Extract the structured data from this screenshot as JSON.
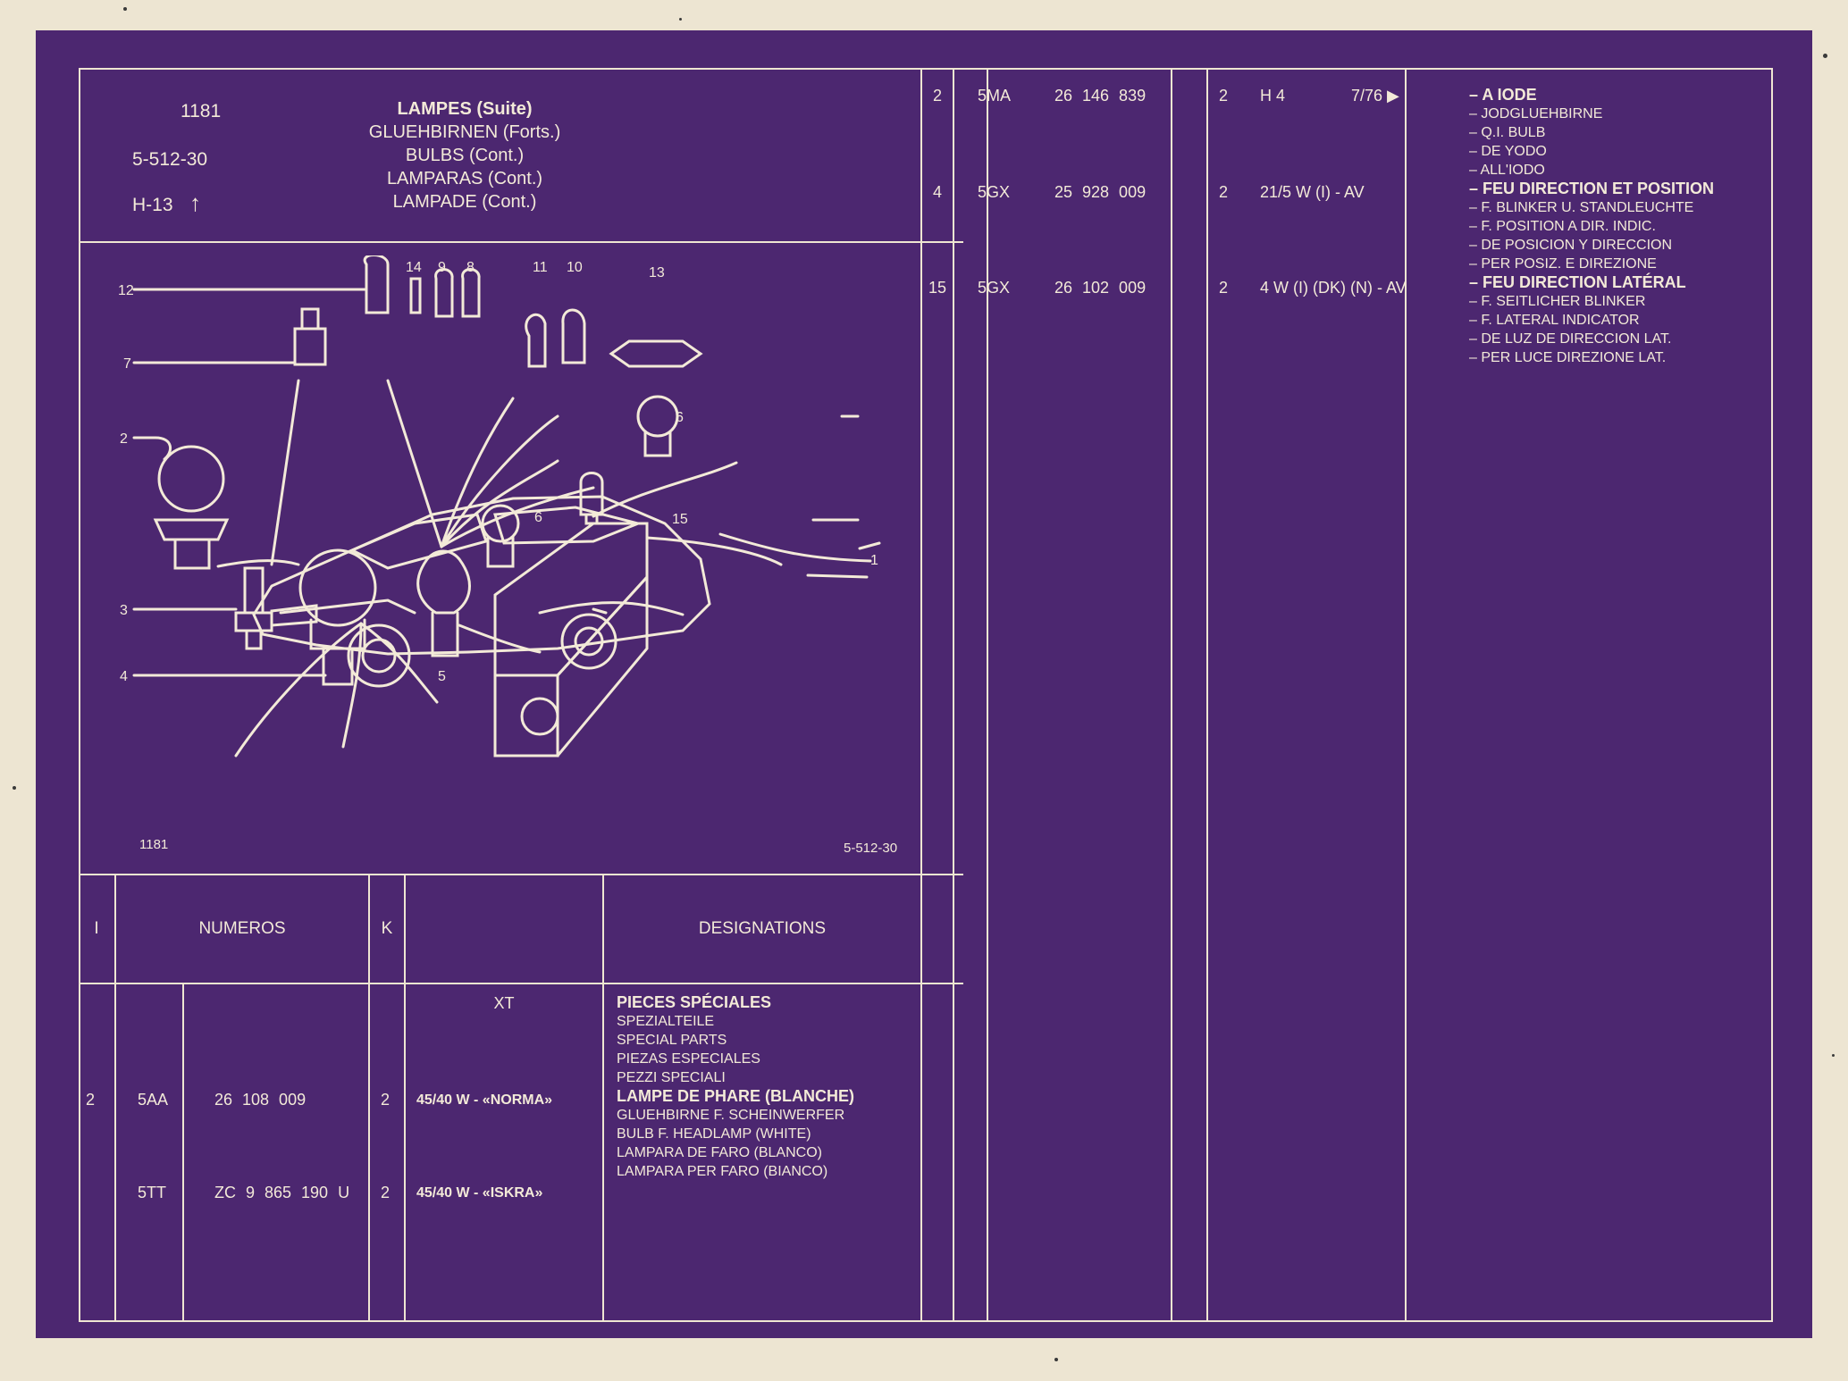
{
  "header": {
    "page_number": "1181",
    "reference": "5-512-30",
    "section": "H-13",
    "title_lines": [
      "LAMPES (Suite)",
      "GLUEHBIRNEN (Forts.)",
      "BULBS (Cont.)",
      "LAMPARAS (Cont.)",
      "LAMPADE (Cont.)"
    ]
  },
  "figure": {
    "code_left": "1181",
    "code_right": "5-512-30",
    "callouts": [
      "12",
      "14",
      "9",
      "8",
      "11",
      "10",
      "13",
      "7",
      "2",
      "6",
      "15",
      "6",
      "1",
      "3",
      "4",
      "5"
    ]
  },
  "table_header": {
    "col_i": "I",
    "col_numeros": "NUMEROS",
    "col_k": "K",
    "col_designations": "DESIGNATIONS"
  },
  "left_block": {
    "xt": "XT",
    "rows": [
      {
        "i": "2",
        "code": "5AA",
        "number": "26 108 009",
        "k": "2",
        "spec": "45/40 W - «NORMA»"
      },
      {
        "i": "",
        "code": "5TT",
        "number": "ZC 9 865 190 U",
        "k": "2",
        "spec": "45/40 W - «ISKRA»"
      }
    ],
    "designations": [
      {
        "text": "PIECES SPÉCIALES",
        "bold": true
      },
      {
        "text": "SPEZIALTEILE",
        "bold": false
      },
      {
        "text": "SPECIAL PARTS",
        "bold": false
      },
      {
        "text": "PIEZAS ESPECIALES",
        "bold": false
      },
      {
        "text": "PEZZI SPECIALI",
        "bold": false
      },
      {
        "text": "LAMPE DE PHARE (BLANCHE)",
        "bold": true
      },
      {
        "text": "GLUEHBIRNE F. SCHEINWERFER",
        "bold": false
      },
      {
        "text": "BULB F. HEADLAMP (WHITE)",
        "bold": false
      },
      {
        "text": "LAMPARA DE FARO (BLANCO)",
        "bold": false
      },
      {
        "text": "LAMPARA PER FARO (BIANCO)",
        "bold": false
      }
    ]
  },
  "right_block": {
    "rows": [
      {
        "i": "2",
        "code": "5MA",
        "number": "26 146 839",
        "k": "2",
        "spec": "H 4",
        "date": "7/76 ▶"
      },
      {
        "i": "4",
        "code": "5GX",
        "number": "25 928 009",
        "k": "2",
        "spec": "21/5 W (I) - AV",
        "date": ""
      },
      {
        "i": "15",
        "code": "5GX",
        "number": "26 102 009",
        "k": "2",
        "spec": "4 W (I) (DK) (N) - AV",
        "date": ""
      }
    ],
    "designations": [
      {
        "text": "– A IODE",
        "bold": true
      },
      {
        "text": "– JODGLUEHBIRNE",
        "bold": false
      },
      {
        "text": "– Q.I. BULB",
        "bold": false
      },
      {
        "text": "– DE YODO",
        "bold": false
      },
      {
        "text": "– ALL'IODO",
        "bold": false
      },
      {
        "text": "– FEU DIRECTION ET POSITION",
        "bold": true
      },
      {
        "text": "– F. BLINKER U. STANDLEUCHTE",
        "bold": false
      },
      {
        "text": "– F. POSITION A DIR. INDIC.",
        "bold": false
      },
      {
        "text": "– DE POSICION Y DIRECCION",
        "bold": false
      },
      {
        "text": "– PER POSIZ. E DIREZIONE",
        "bold": false
      },
      {
        "text": "– FEU DIRECTION LATÉRAL",
        "bold": true
      },
      {
        "text": "– F. SEITLICHER BLINKER",
        "bold": false
      },
      {
        "text": "– F. LATERAL INDICATOR",
        "bold": false
      },
      {
        "text": "– DE LUZ DE DIRECCION LAT.",
        "bold": false
      },
      {
        "text": "– PER LUCE DIREZIONE LAT.",
        "bold": false
      }
    ]
  },
  "colors": {
    "background": "#4c2770",
    "ink": "#f3ead8",
    "border": "#ede5d2"
  }
}
